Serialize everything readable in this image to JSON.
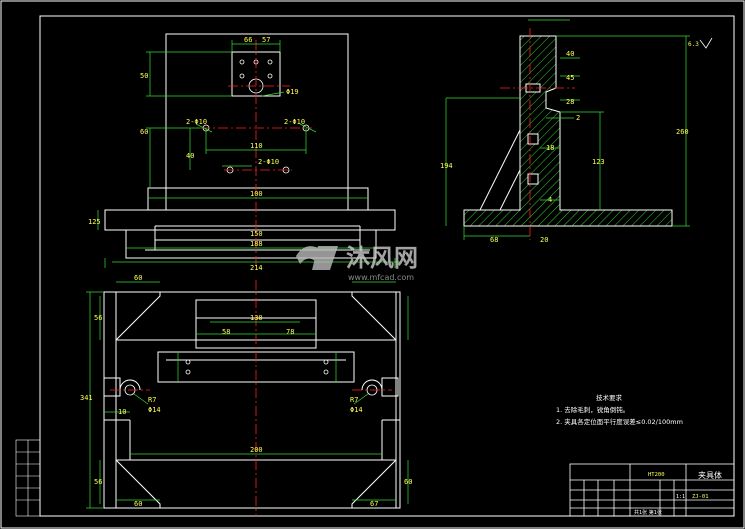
{
  "colors": {
    "background": "#000000",
    "border": "#ffffff",
    "outline": "#ffffff",
    "centerline": "#ff2020",
    "dimension": "#33dd33",
    "dimension_text": "#ffff55",
    "hatch": "#33cc33",
    "note_text": "#ffffff",
    "watermark": "#cccccc"
  },
  "watermark": {
    "brand": "沐风网",
    "url": "www.mfcad.com"
  },
  "top_view_labels": {
    "dim_top_a": "66",
    "dim_top_b": "57",
    "dim_left_a": "50",
    "hole_main": "Φ19",
    "hole_pair_left": "2-Φ10",
    "hole_pair_right": "2-Φ10",
    "hole_pair_bottom": "2-Φ10",
    "dim_left_b": "60",
    "dim_left_c": "40",
    "dim_span": "110",
    "dim_base_a": "125",
    "dim_base_b": "100",
    "dim_base_c": "150",
    "dim_base_d": "188",
    "dim_base_e": "214"
  },
  "side_view_labels": {
    "height_total": "260",
    "height_mid": "194",
    "height_inner": "123",
    "slot_a": "2",
    "slot_b": "18",
    "slot_c": "4",
    "slot_d": "40",
    "slot_e": "45",
    "slot_f": "28",
    "base_width": "68",
    "base_offset": "20",
    "finish_symbol": "6.3"
  },
  "lower_view_labels": {
    "dim_a": "60",
    "dim_b": "56",
    "dim_c": "130",
    "dim_d": "58",
    "dim_e": "78",
    "dim_f": "341",
    "dim_g": "10",
    "dim_h": "R7",
    "dim_i": "Φ14",
    "dim_j": "R7",
    "dim_k": "Φ14",
    "dim_l": "200",
    "dim_m": "56",
    "dim_n": "60",
    "dim_o": "60",
    "dim_p": "67"
  },
  "notes": {
    "title": "技术要求",
    "line1": "1. 去除毛刺，锐角倒钝。",
    "line2": "2. 夹具各定位面平行度误差≤0.02/100mm"
  },
  "title_block": {
    "part_name": "夹具体",
    "material": "HT200",
    "drawing_no": "ZJ-01",
    "scale": "1:1",
    "sheet": "共1张 第1张"
  }
}
